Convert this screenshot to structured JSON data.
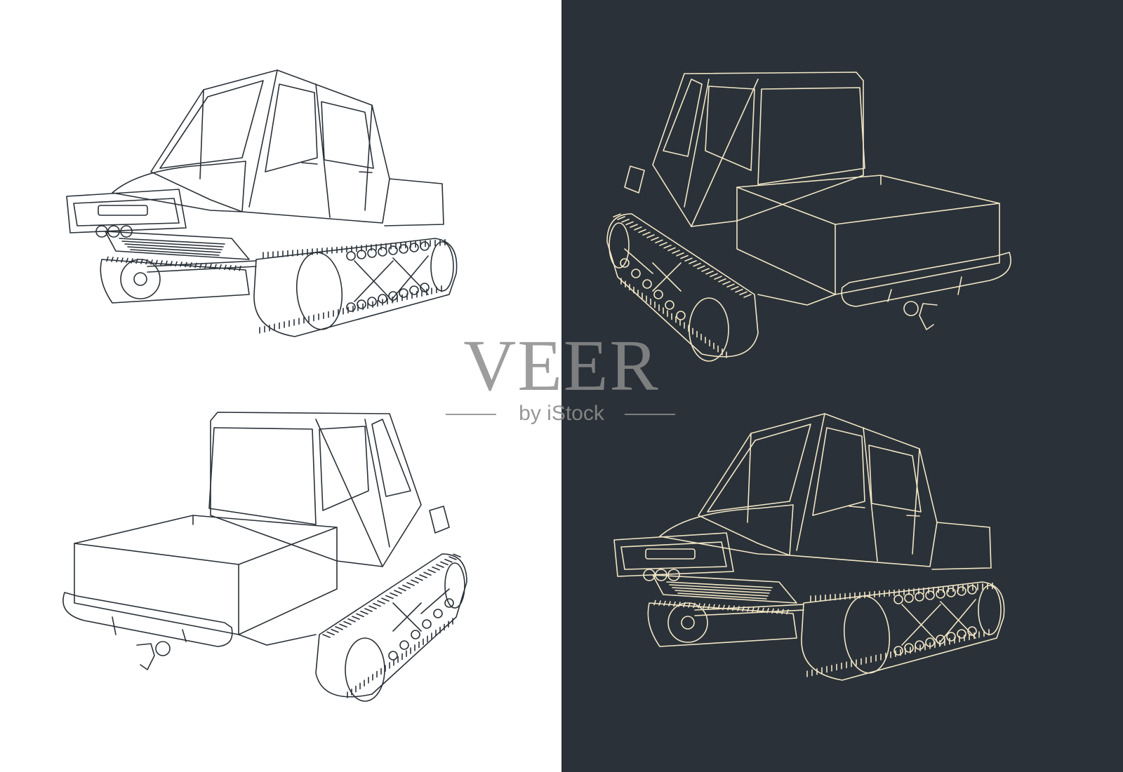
{
  "colors": {
    "light_background": "#ffffff",
    "dark_background": "#2a3138",
    "line_on_light": "#2a3138",
    "line_on_dark": "#f2e6c6",
    "watermark": "#8c8c8c"
  },
  "watermark": {
    "brand": "VEER",
    "tagline": "by iStock"
  },
  "drawings": [
    {
      "id": "front-left-view-light",
      "panel": "light"
    },
    {
      "id": "rear-view-light",
      "panel": "light"
    },
    {
      "id": "rear-view-dark",
      "panel": "dark"
    },
    {
      "id": "front-left-view-dark",
      "panel": "dark"
    }
  ]
}
